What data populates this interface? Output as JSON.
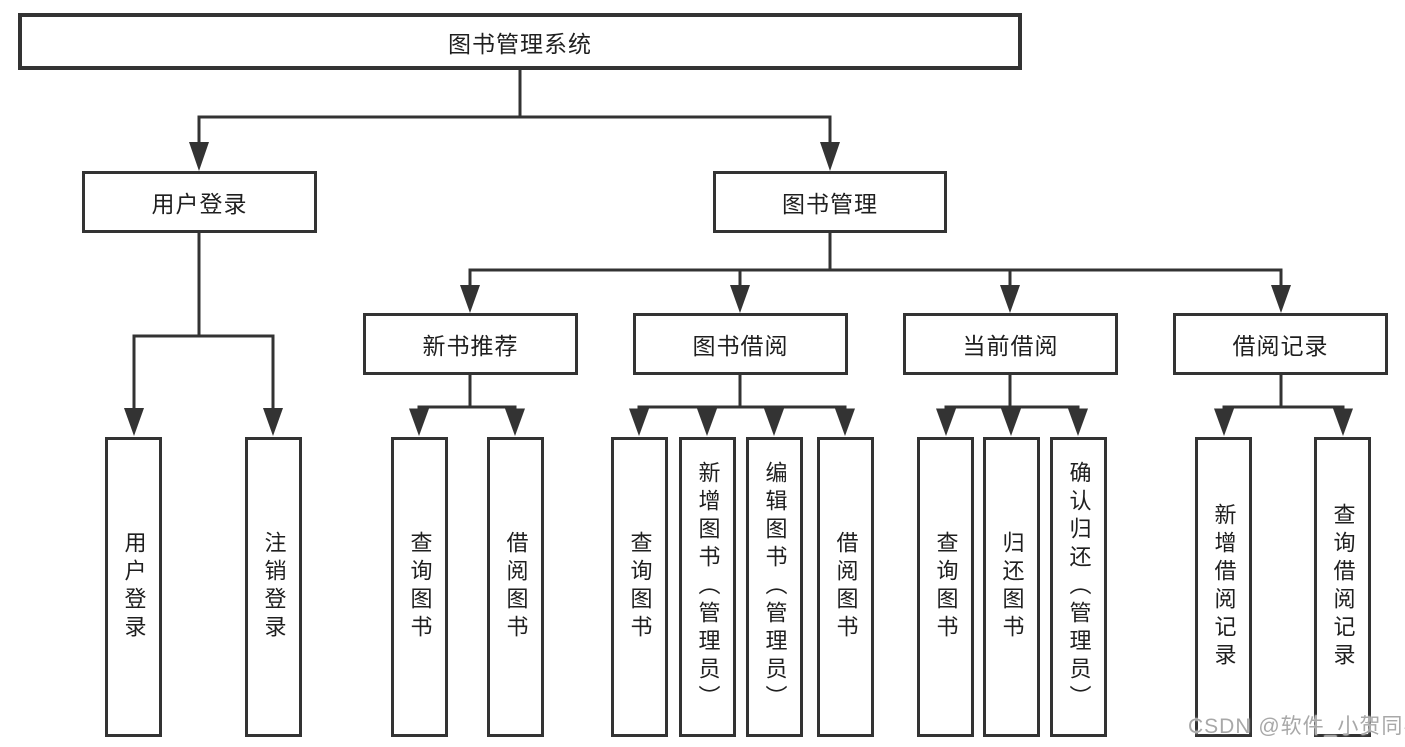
{
  "nodes": {
    "root": "图书管理系统",
    "user_login": "用户登录",
    "book_mgmt": "图书管理",
    "new_books": "新书推荐",
    "book_borrow": "图书借阅",
    "current_borrow": "当前借阅",
    "borrow_records": "借阅记录",
    "leaves": {
      "user_login": [
        "用户登录",
        "注销登录"
      ],
      "new_books": [
        "查询图书",
        "借阅图书"
      ],
      "book_borrow": [
        "查询图书",
        "新增图书（管理员）",
        "编辑图书（管理员）",
        "借阅图书"
      ],
      "current_borrow": [
        "查询图书",
        "归还图书",
        "确认归还（管理员）"
      ],
      "borrow_records": [
        "新增借阅记录",
        "查询借阅记录"
      ]
    }
  },
  "watermark": "CSDN @软件_小贺同学",
  "colors": {
    "line": "#333333",
    "box_border": "#333333",
    "text": "#1f1f1f",
    "watermark": "#a8a8a8",
    "background": "#ffffff"
  }
}
